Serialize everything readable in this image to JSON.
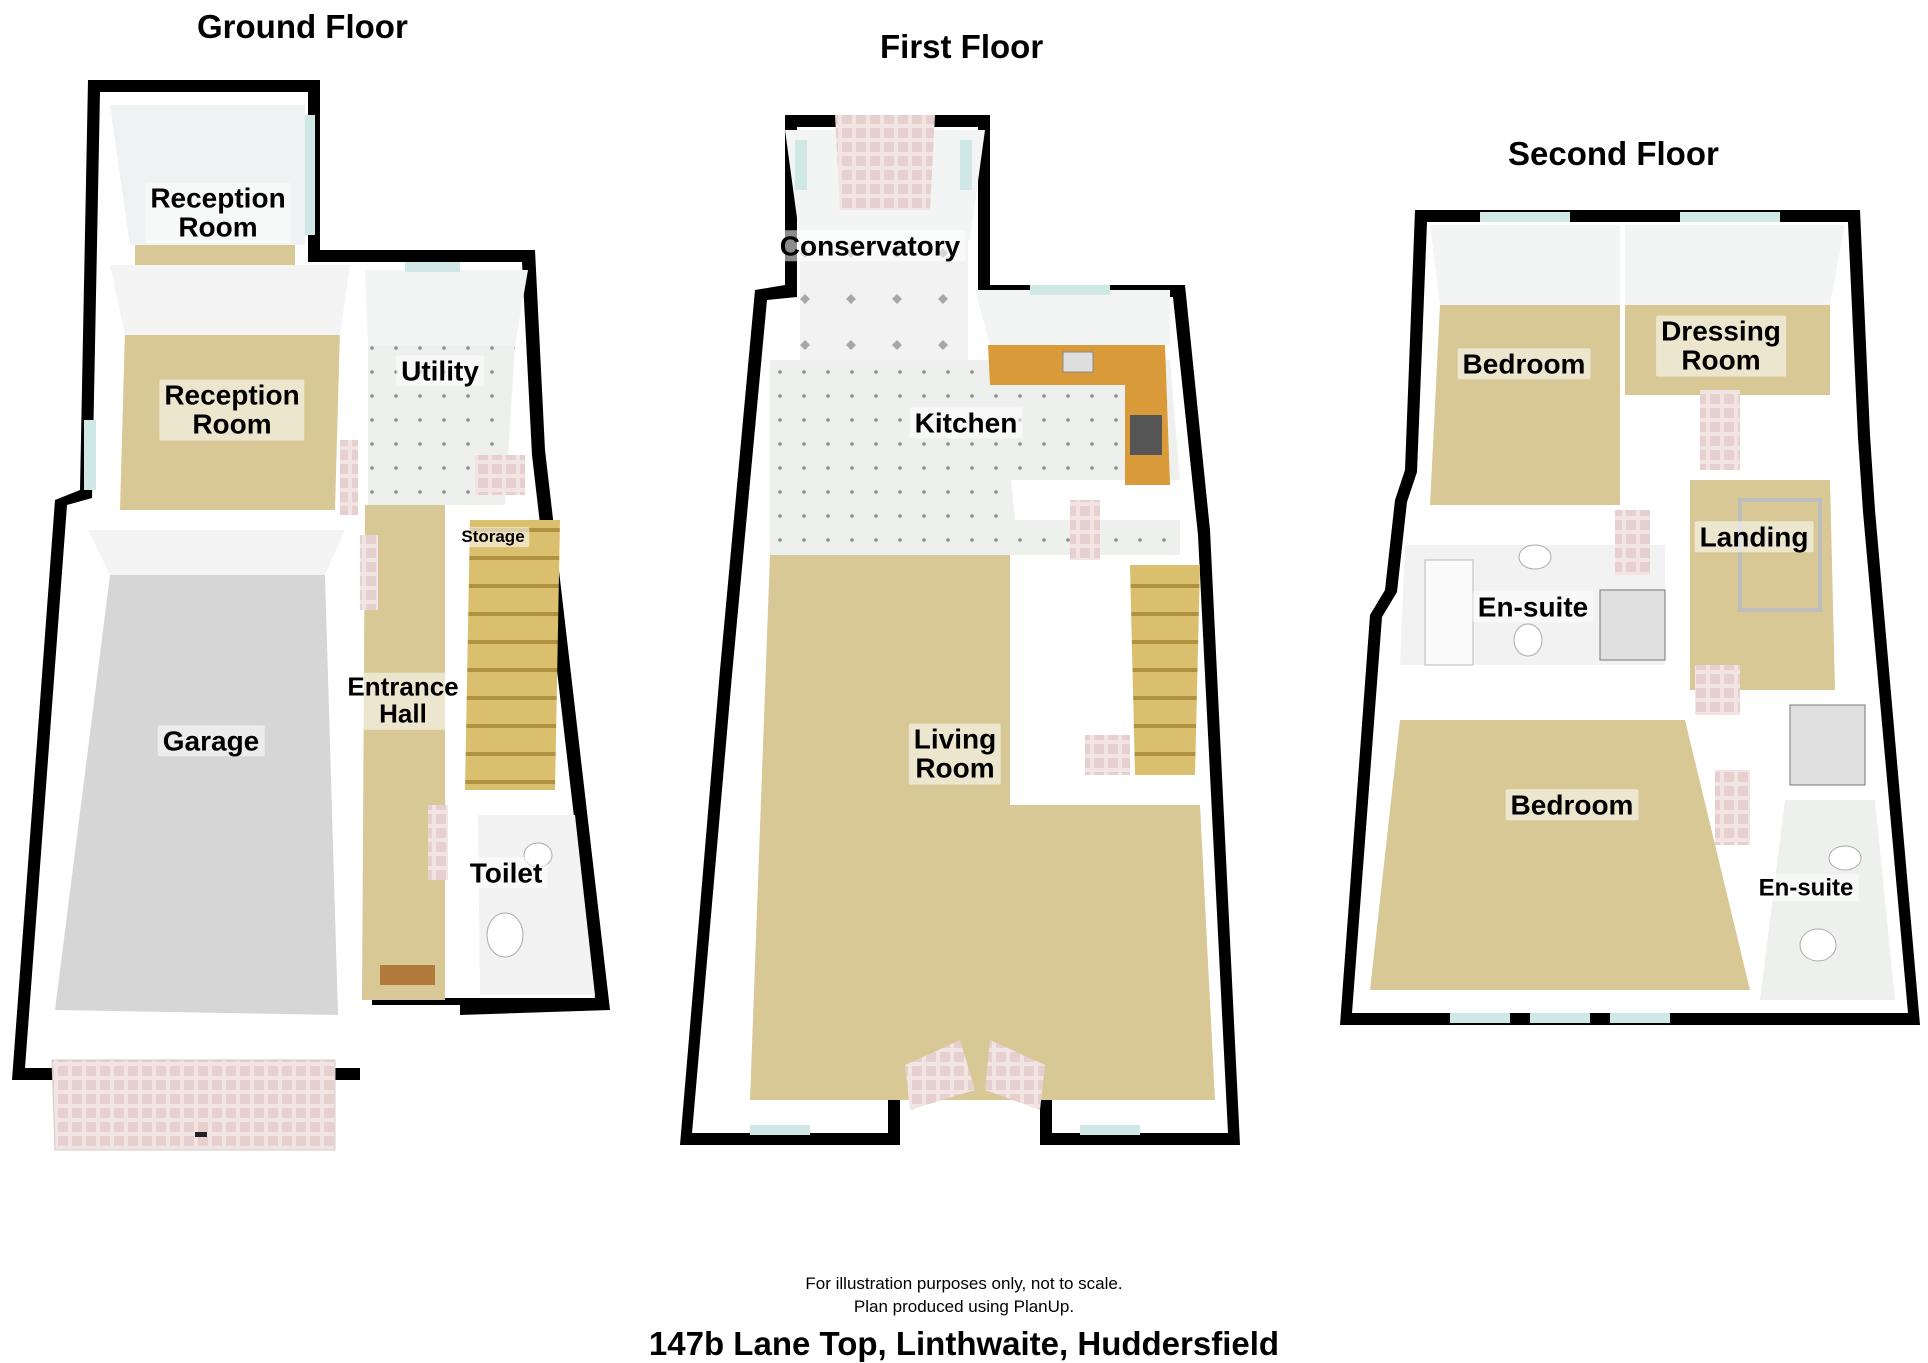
{
  "floors": {
    "ground": {
      "title": "Ground Floor",
      "rooms": {
        "reception_1": "Reception\nRoom",
        "reception_2": "Reception\nRoom",
        "utility": "Utility",
        "storage": "Storage",
        "entrance_hall": "Entrance\nHall",
        "garage": "Garage",
        "toilet": "Toilet"
      }
    },
    "first": {
      "title": "First Floor",
      "rooms": {
        "conservatory": "Conservatory",
        "kitchen": "Kitchen",
        "living_room": "Living\nRoom"
      }
    },
    "second": {
      "title": "Second Floor",
      "rooms": {
        "bedroom_1": "Bedroom",
        "dressing_room": "Dressing\nRoom",
        "landing": "Landing",
        "ensuite_1": "En-suite",
        "bedroom_2": "Bedroom",
        "ensuite_2": "En-suite"
      }
    }
  },
  "footer": {
    "note_line1": "For illustration purposes only, not to scale.",
    "note_line2": "Plan produced using PlanUp.",
    "address": "147b Lane Top, Linthwaite, Huddersfield"
  },
  "colors": {
    "wall": "#000000",
    "wall_face": "#ffffff",
    "carpet": "#d8c896",
    "tile": "#eef0ee",
    "garage_floor": "#d6d6d6",
    "window": "#cfe8e6",
    "door": "#f2dede",
    "stairs": "#d9bf6e",
    "worktop": "#d99a3a"
  }
}
